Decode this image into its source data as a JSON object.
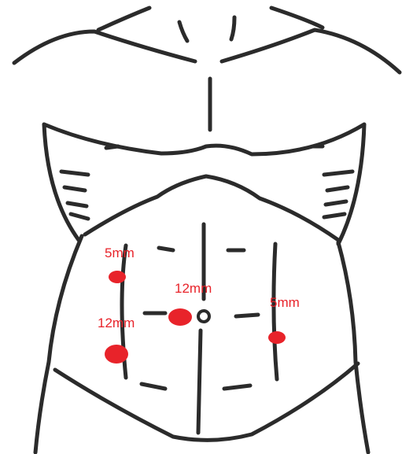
{
  "colors": {
    "outline": "#2b2b2b",
    "port": "#e8232a",
    "label": "#e8232a",
    "background": "#ffffff"
  },
  "ports": [
    {
      "id": "left-upper",
      "label": "5mm"
    },
    {
      "id": "left-lower",
      "label": "12mm"
    },
    {
      "id": "umbilical",
      "label": "12mm"
    },
    {
      "id": "right",
      "label": "5mm"
    }
  ]
}
